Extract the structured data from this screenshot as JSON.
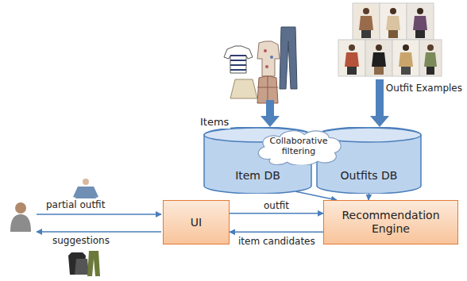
{
  "diagram": {
    "nodes": [
      {
        "text": [
          "Item DB"
        ]
      },
      {
        "text": [
          "Outfits DB"
        ]
      },
      {
        "text": [
          "Collaborative filtering"
        ]
      },
      {
        "text": [
          "UI"
        ]
      },
      {
        "text": [
          "Recommendation Engine"
        ]
      }
    ],
    "edges": [
      {
        "from": 3,
        "to": 4,
        "label": "outfit",
        "arrow": "to"
      },
      {
        "from": 4,
        "to": 3,
        "label": "item candidates",
        "arrow": "to"
      },
      {
        "from": 0,
        "to": 4,
        "arrow": "to"
      },
      {
        "from": 1,
        "to": 4,
        "arrow": "to"
      }
    ],
    "labels": [
      "Items",
      "Outfit Examples",
      "partial outfit",
      "suggestions"
    ]
  }
}
